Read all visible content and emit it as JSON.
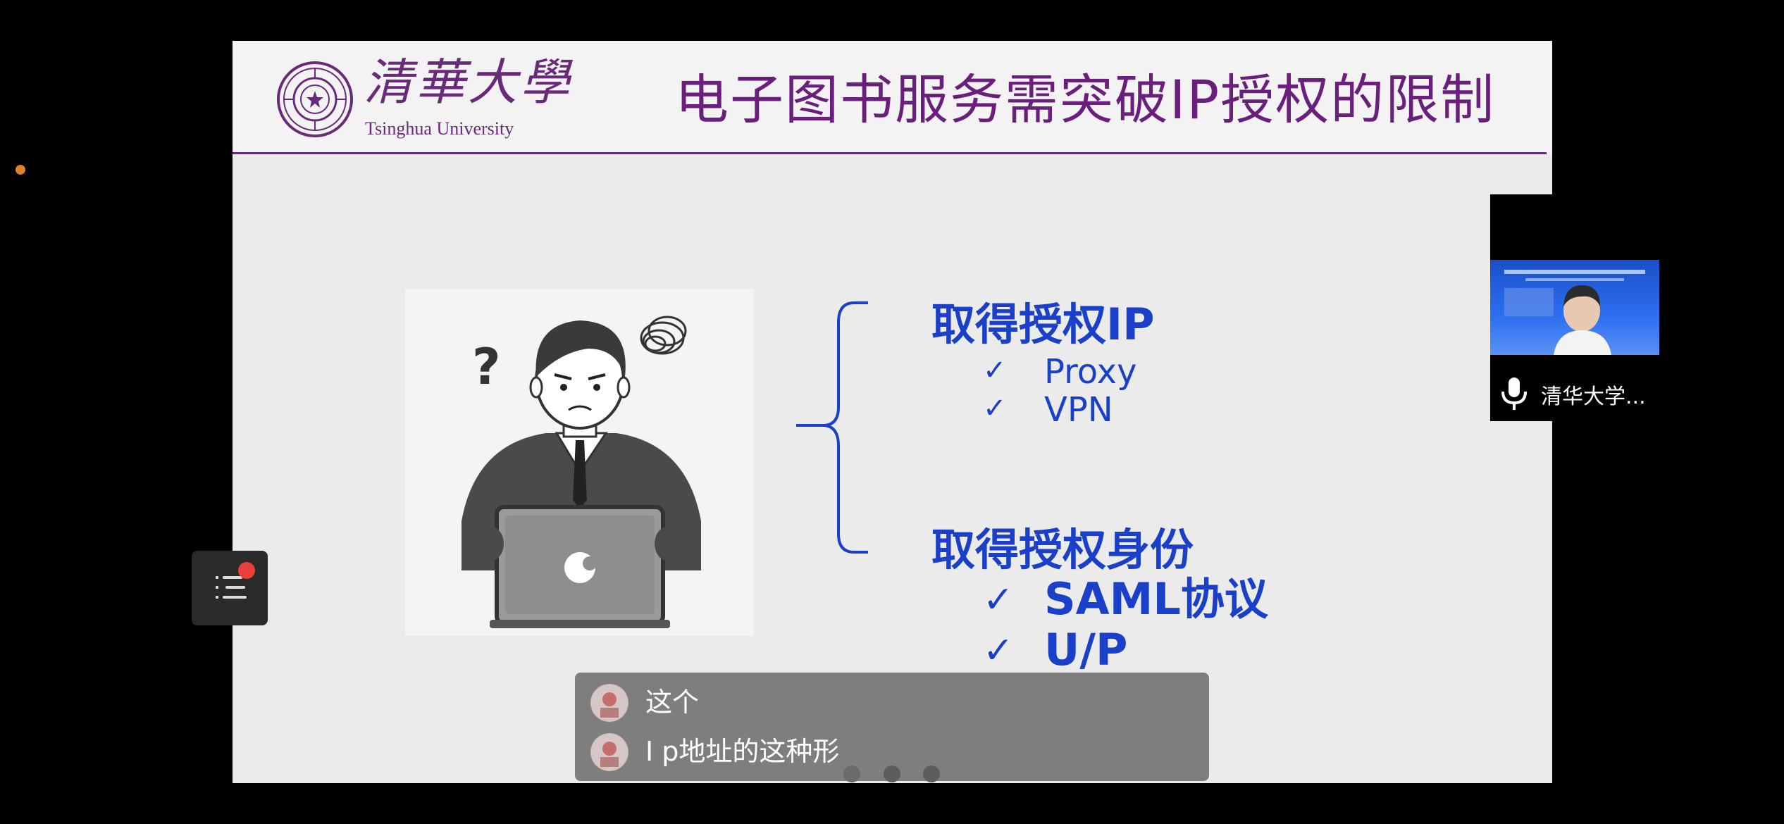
{
  "slide": {
    "title": "电子图书服务需突破IP授权的限制",
    "logo_cn": "清華大學",
    "logo_en": "Tsinghua University",
    "branch1": {
      "heading": "取得授权IP",
      "items": [
        "Proxy",
        "VPN"
      ]
    },
    "branch2": {
      "heading": "取得授权身份",
      "items": [
        "SAML协议",
        "U/P"
      ]
    },
    "check_glyph": "✓"
  },
  "participant": {
    "name": "清华大学..."
  },
  "captions": [
    {
      "text": "这个"
    },
    {
      "text": "I p地址的这种形"
    }
  ],
  "colors": {
    "title_purple": "#6a1f7d",
    "bullet_blue": "#1a3fc8",
    "toc_badge": "#e8403a",
    "status_dot": "#e0802a"
  },
  "icons": [
    "tsinghua-seal-logo",
    "toc-list-icon",
    "microphone-icon",
    "confused-person-laptop-illustration"
  ],
  "pager": {
    "pages": 3,
    "current": 1
  }
}
